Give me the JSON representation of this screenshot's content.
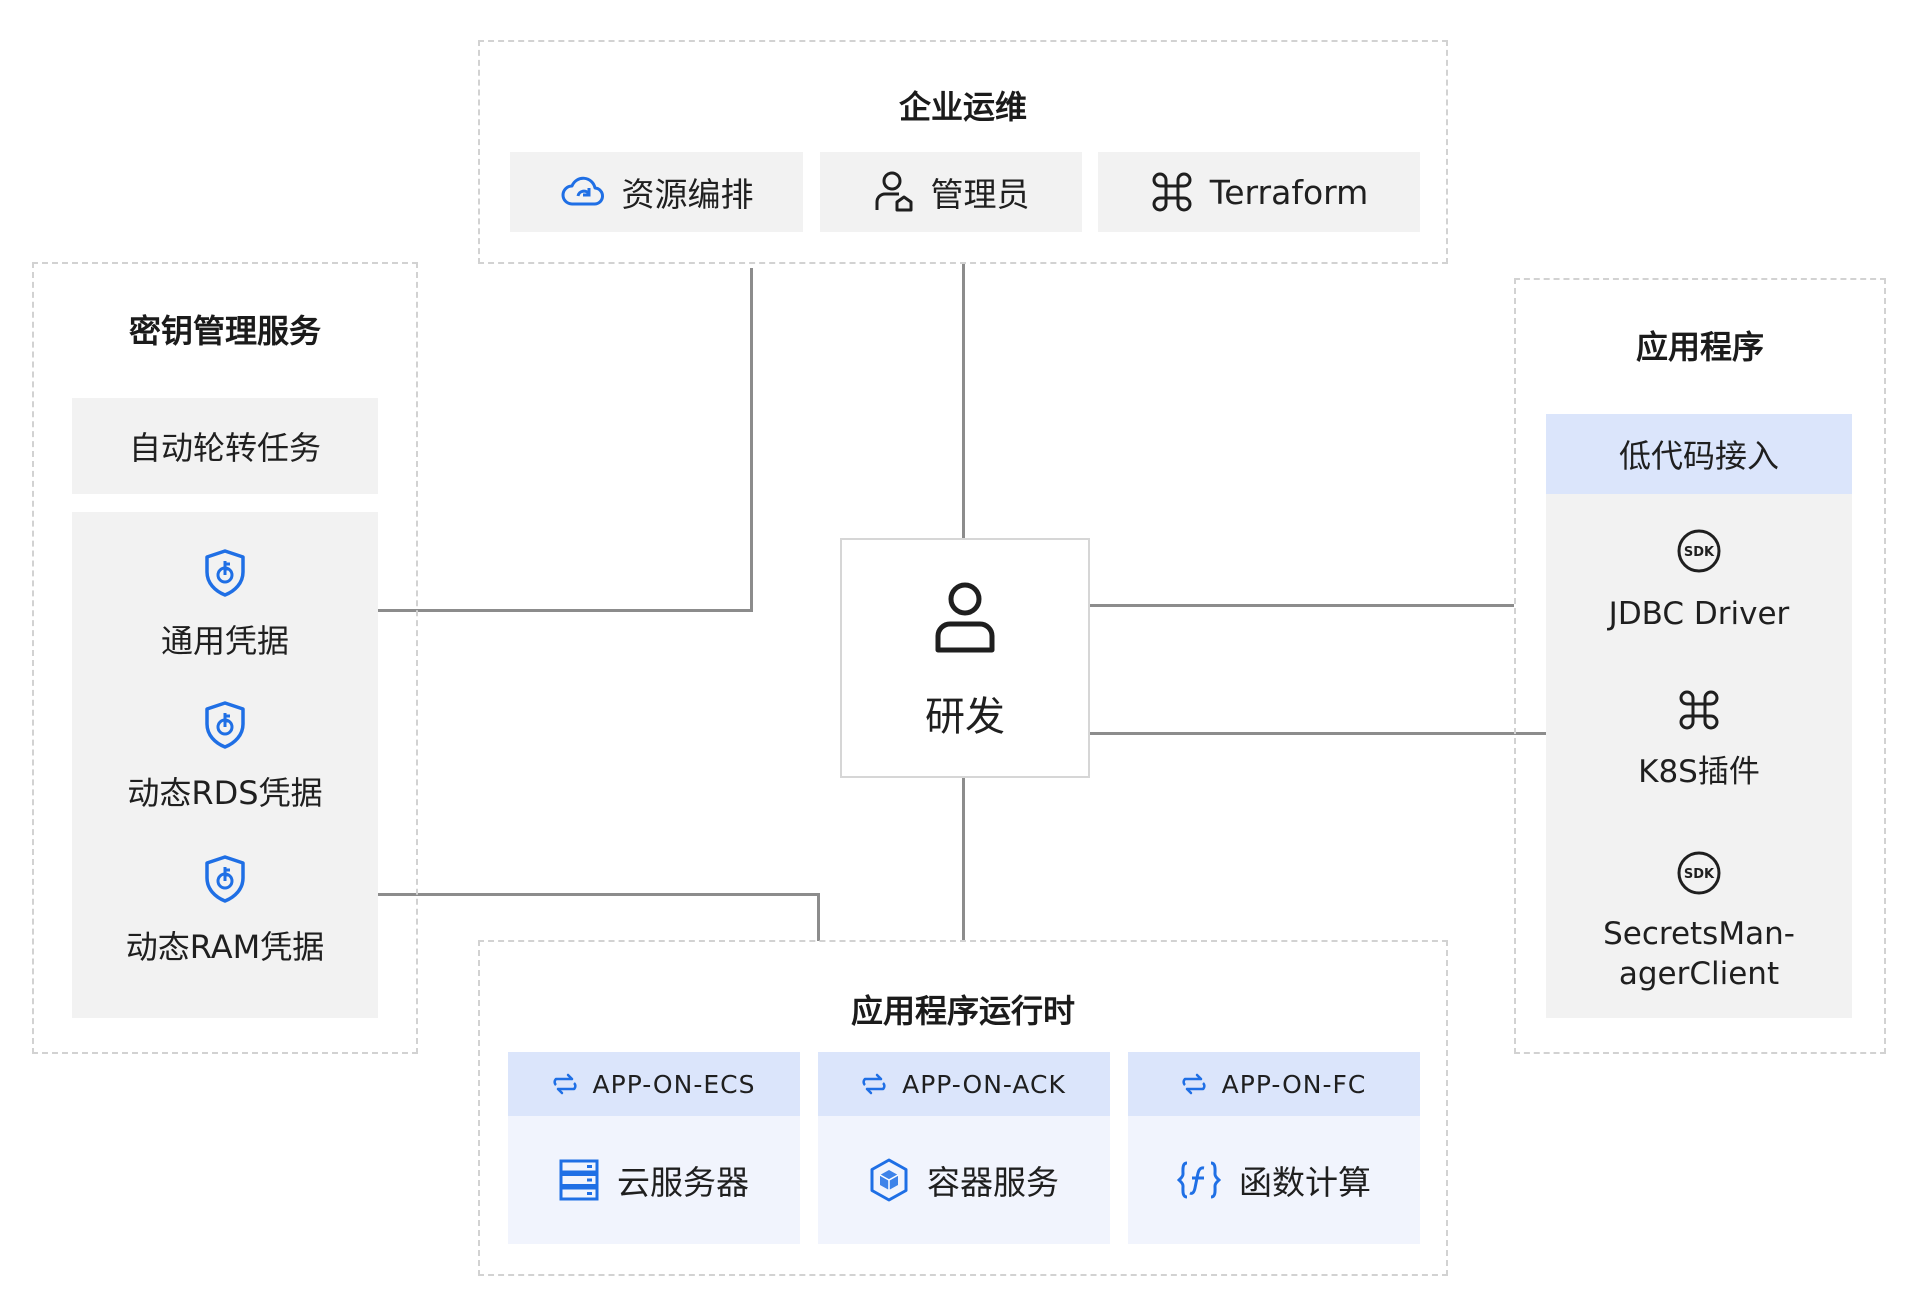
{
  "ops": {
    "title": "企业运维",
    "items": [
      {
        "label": "资源编排",
        "icon": "cloud-icon"
      },
      {
        "label": "管理员",
        "icon": "admin-user-icon"
      },
      {
        "label": "Terraform",
        "icon": "terraform-icon"
      }
    ]
  },
  "kms": {
    "title": "密钥管理服务",
    "rotation": "自动轮转任务",
    "credentials": [
      {
        "label": "通用凭据",
        "icon": "shield-key-icon"
      },
      {
        "label": "动态RDS凭据",
        "icon": "shield-key-icon"
      },
      {
        "label": "动态RAM凭据",
        "icon": "shield-key-icon"
      }
    ]
  },
  "dev": {
    "label": "研发",
    "icon": "user-icon"
  },
  "app": {
    "title": "应用程序",
    "lowcode": "低代码接入",
    "items": [
      {
        "label": "JDBC Driver",
        "icon": "sdk-icon"
      },
      {
        "label": "K8S插件",
        "icon": "plugin-icon"
      },
      {
        "label_line1": "SecretsMan-",
        "label_line2": "agerClient",
        "icon": "sdk-icon"
      }
    ]
  },
  "runtime": {
    "title": "应用程序运行时",
    "columns": [
      {
        "head": "APP-ON-ECS",
        "body": "云服务器",
        "icon": "server-icon"
      },
      {
        "head": "APP-ON-ACK",
        "body": "容器服务",
        "icon": "container-icon"
      },
      {
        "head": "APP-ON-FC",
        "body": "函数计算",
        "icon": "function-icon"
      }
    ]
  },
  "colors": {
    "accent": "#1f6fe5",
    "line": "#8c8c8c",
    "grey_box": "#f2f2f2",
    "blue_head": "#dbe5fb",
    "light_card": "#f1f4fd"
  }
}
